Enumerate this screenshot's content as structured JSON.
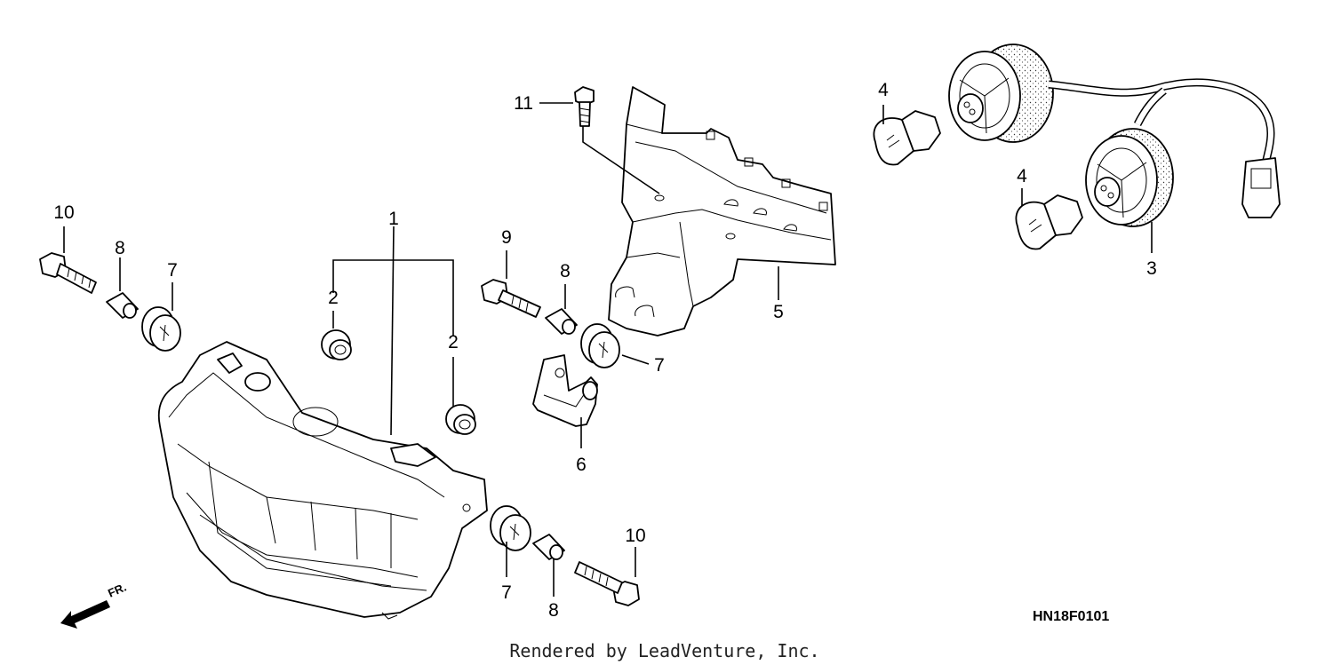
{
  "diagram": {
    "drawing_code": "HN18F0101",
    "credit": "Rendered by LeadVenture, Inc.",
    "direction_label": "FR.",
    "callouts": [
      {
        "id": "c1",
        "label": "1"
      },
      {
        "id": "c2a",
        "label": "2"
      },
      {
        "id": "c2b",
        "label": "2"
      },
      {
        "id": "c3",
        "label": "3"
      },
      {
        "id": "c4a",
        "label": "4"
      },
      {
        "id": "c4b",
        "label": "4"
      },
      {
        "id": "c5",
        "label": "5"
      },
      {
        "id": "c6",
        "label": "6"
      },
      {
        "id": "c7a",
        "label": "7"
      },
      {
        "id": "c7b",
        "label": "7"
      },
      {
        "id": "c7c",
        "label": "7"
      },
      {
        "id": "c8a",
        "label": "8"
      },
      {
        "id": "c8b",
        "label": "8"
      },
      {
        "id": "c8c",
        "label": "8"
      },
      {
        "id": "c9",
        "label": "9"
      },
      {
        "id": "c10a",
        "label": "10"
      },
      {
        "id": "c10b",
        "label": "10"
      },
      {
        "id": "c11",
        "label": "11"
      }
    ]
  }
}
